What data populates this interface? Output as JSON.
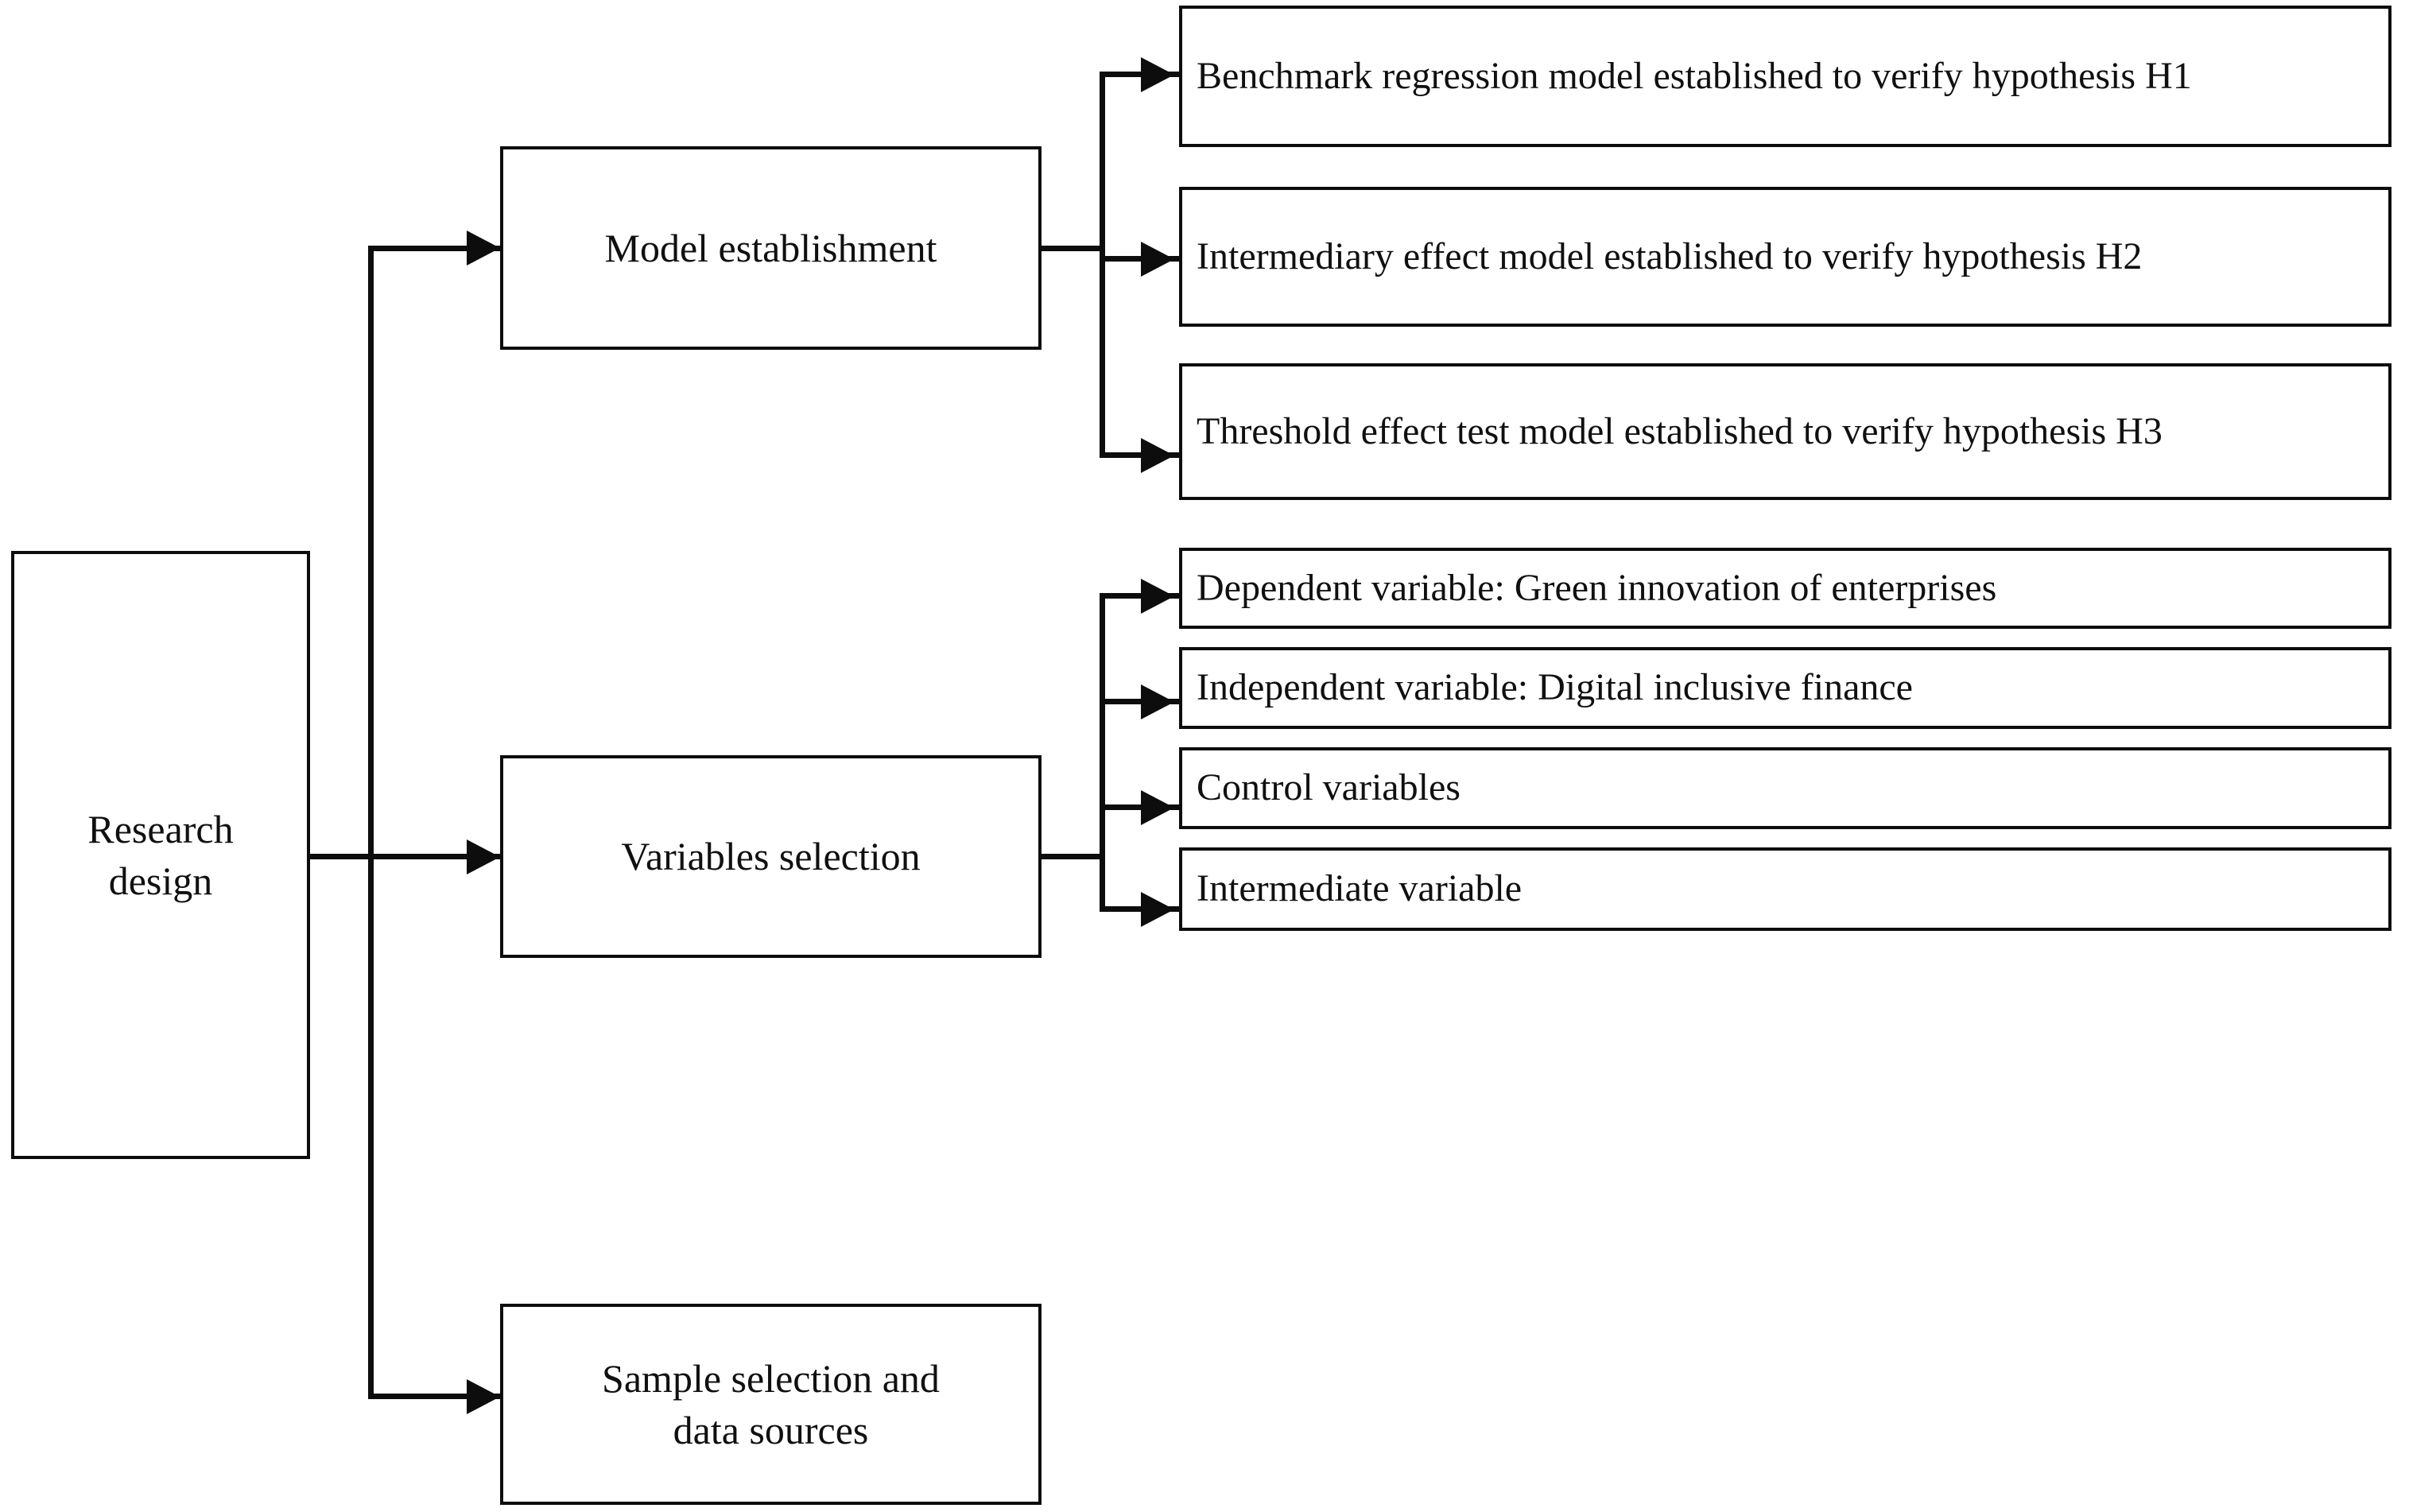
{
  "diagram": {
    "title": "Research design flowchart",
    "type": "flowchart",
    "orientation": "left-to-right",
    "colors": {
      "stroke": "#0d0d0d",
      "fill": "#ffffff",
      "text": "#101010"
    },
    "nodes": {
      "root": {
        "id": "research-design",
        "label": "Research\ndesign",
        "line1": "Research",
        "line2": "design"
      },
      "model_establishment": {
        "id": "model-establishment",
        "label": "Model establishment"
      },
      "variables_selection": {
        "id": "variables-selection",
        "label": "Variables selection"
      },
      "sample_selection": {
        "id": "sample-selection",
        "label": "Sample selection and\ndata sources",
        "line1": "Sample selection and",
        "line2": "data sources"
      },
      "h1": {
        "id": "benchmark-regression-model",
        "label": "Benchmark regression model established to verify hypothesis H1"
      },
      "h2": {
        "id": "intermediary-effect-model",
        "label": " Intermediary effect model established to verify hypothesis H2"
      },
      "h3": {
        "id": "threshold-effect-test-model",
        "label": " Threshold effect test model established to verify hypothesis H3"
      },
      "dependent_variable": {
        "id": "dependent-variable",
        "label": "Dependent variable: Green innovation of enterprises"
      },
      "independent_variable": {
        "id": "independent-variable",
        "label": "Independent variable: Digital inclusive finance"
      },
      "control_variables": {
        "id": "control-variables",
        "label": "Control variables"
      },
      "intermediate_variable": {
        "id": "intermediate-variable",
        "label": "Intermediate variable"
      }
    },
    "edges": [
      {
        "from": "research-design",
        "to": "model-establishment"
      },
      {
        "from": "research-design",
        "to": "variables-selection"
      },
      {
        "from": "research-design",
        "to": "sample-selection"
      },
      {
        "from": "model-establishment",
        "to": "benchmark-regression-model"
      },
      {
        "from": "model-establishment",
        "to": "intermediary-effect-model"
      },
      {
        "from": "model-establishment",
        "to": "threshold-effect-test-model"
      },
      {
        "from": "variables-selection",
        "to": "dependent-variable"
      },
      {
        "from": "variables-selection",
        "to": "independent-variable"
      },
      {
        "from": "variables-selection",
        "to": "control-variables"
      },
      {
        "from": "variables-selection",
        "to": "intermediate-variable"
      }
    ]
  }
}
